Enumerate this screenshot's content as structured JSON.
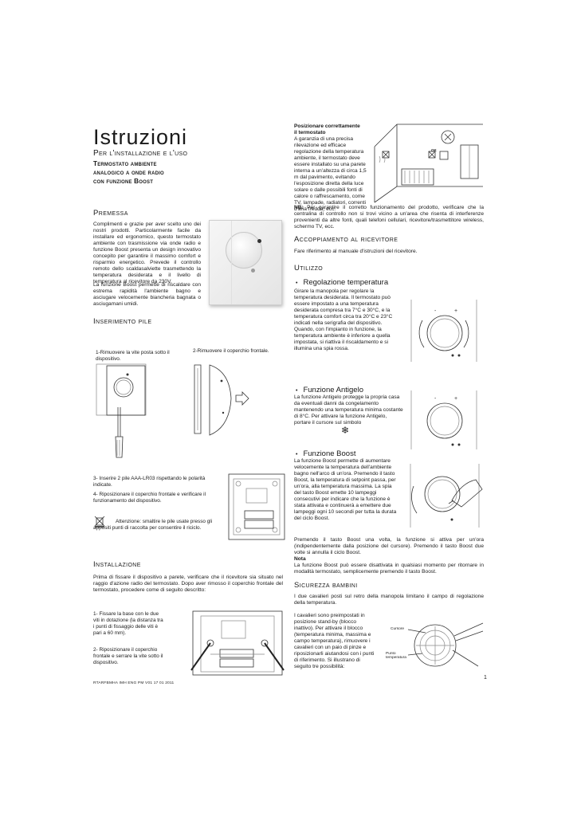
{
  "title": "Istruzioni",
  "subtitle": "Per l'installazione e l'uso",
  "product_lines": [
    "Termostato ambiente",
    "analogico a onde radio",
    "con funzione Boost"
  ],
  "premessa": {
    "heading": "Premessa",
    "p1": "Complimenti e grazie per aver scelto uno dei nostri prodotti. Particolarmente facile da installare ed ergonomico, questo termostato ambiente con trasmissione via onde radio e funzione Boost presenta un design innovativo concepito per garantire il massimo comfort e risparmio energetico. Prevede il controllo remoto dello scaldasalviette trasmettendo la temperatura desiderata e il livello di temperatura al ricevitore da 230V.",
    "p2": "La funzione Boost permette di riscaldare con estrema rapidità l'ambiente bagno e asciugare velocemente biancheria bagnata o asciugamani umidi."
  },
  "inserimento": {
    "heading": "Inserimento pile",
    "step1": "1-Rimuovere la vite posta sotto il dispositivo.",
    "step2": "2-Rimuovere il coperchio frontale.",
    "step3": "3- Inserire 2 pile AAA-LR03 rispettando le polarità indicate.",
    "step4": "4- Riposizionare il coperchio frontale e verificare il funzionamento del dispositivo.",
    "attention": "Attenzione: smaltire le pile usate presso gli appositi punti di raccolta per consentire il riciclo."
  },
  "installazione": {
    "heading": "Installazione",
    "intro": "Prima di fissare il dispositivo a parete, verificare che il ricevitore sia situato nel raggio d'azione radio del termostato. Dopo aver rimosso il coperchio frontale del termostato, procedere come di seguito descritto:",
    "step1": "1- Fissare la base con le due viti in dotazione (la distanza tra i punti di fissaggio delle viti è pari a 60 mm).",
    "step2": "2- Riposizionare il coperchio frontale e serrare la vite sotto il dispositivo."
  },
  "posizionare": {
    "heading1": "Posizionare correttamente",
    "heading2": "il termostato",
    "body": "A garanzia di una precisa rilevazione ed efficace regolazione della temperatura ambiente, il termostato deve essere installato su una parete interna a un'altezza di circa 1,5 m dal pavimento, evitando l'esposizione diretta della luce solare o dalle possibili fonti di calore o raffrescamento, come TV, lampade, radiatori, correnti d'aria fredda, ecc.",
    "nb_label": "NB:",
    "nb": "Per garantire il corretto funzionamento del prodotto, verificare che la centralina di controllo non si trovi vicino a un'area che risenta di interferenze provenienti da altre fonti, quali telefoni cellulari, ricevitore/trasmettitore wireless, schermo TV, ecc.",
    "ok_label": "OK"
  },
  "accoppiamento": {
    "heading": "Accoppiamento al ricevitore",
    "body": "Fare riferimento al manuale d'istruzioni del ricevitore."
  },
  "utilizzo": {
    "heading": "Utilizzo",
    "regolazione_title": "Regolazione temperatura",
    "regolazione_body": "Girare la manopola per regolare la temperatura desiderata. Il termostato può essere impostato a una temperatura desiderata compresa tra 7°C e 30°C, e la temperatura comfort circa tra 20°C e 23°C indicati nella serigrafia del dispositivo. Quando, con l'impianto in funzione, la temperatura ambiente è inferiore a quella impostata, si riattiva il riscaldamento e si illumina una spia rossa.",
    "antigelo_title": "Funzione Antigelo",
    "antigelo_body": "La funzione Antigelo protegge la propria casa da eventuali danni da congelamento mantenendo una temperatura minima costante di 8°C. Per attivare la funzione Antigelo, portare il cursore sul simbolo",
    "boost_title": "Funzione Boost",
    "boost_body": "La funzione Boost permette di aumentare velocemente la temperatura dell'ambiente bagno nell'arco di un'ora. Premendo il tasto Boost, la temperatura di setpoint passa, per un'ora, alla temperatura massima. La spia del tasto Boost emette 10 lampeggi consecutivi per indicare che la funzione è stata attivata e continuerà a emettere due lampeggi ogni 10 secondi per tutta la durata del ciclo Boost.",
    "boost_body2": "Premendo il tasto Boost una volta, la funzione si attiva per un'ora (indipendentemente dalla posizione del cursore). Premendo il tasto Boost due volte si annulla il ciclo Boost.",
    "nota_label": "Nota",
    "nota_body": "La funzione Boost può essere disattivata in qualsiasi momento per ritornare in modalità termostato, semplicemente premendo il tasto Boost."
  },
  "sicurezza": {
    "heading": "Sicurezza bambini",
    "intro": "I due cavalieri posti sul retro della manopola limitano il campo di regolazione della temperatura.",
    "body": "I cavalieri sono preimpostati in posizione stand-by (blocco inattivo). Per attivare il blocco (temperatura minima, massima e campo temperatura), rimuovere i cavalieri con un paio di pinze e riposizionarli aiutandosi con i punti di riferimento. Si illustrano di seguito tre possibilità:",
    "label_cursore": "Cursore",
    "label_punto1": "Punto",
    "label_punto2": "temperatura"
  },
  "footer_code": "RTARFBMHA IMH ENG PM V01 17 01 2011",
  "page_number": "1"
}
